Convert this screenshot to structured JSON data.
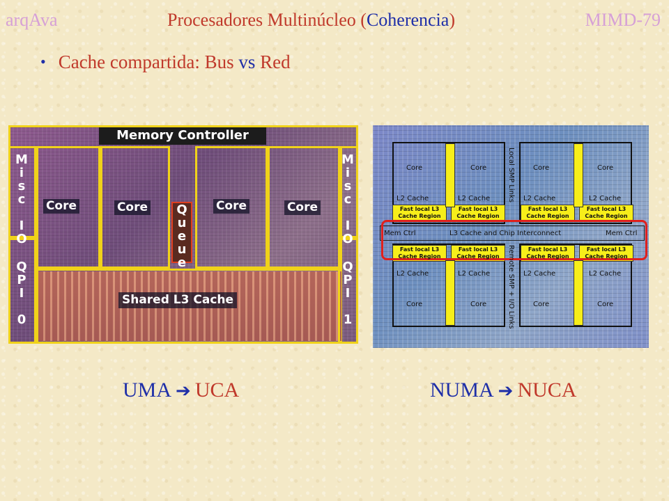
{
  "header": {
    "left": "arqAva",
    "title_main": "Procesadores Multinúcleo (",
    "title_accent": "Coherencia",
    "title_close": ")",
    "right": "MIMD-79"
  },
  "bullet": {
    "pre": "Cache compartida: Bus ",
    "vs": "vs",
    "post": " Red"
  },
  "left_die": {
    "memory_controller": "Memory Controller",
    "misc_left": "Misc IO",
    "misc_right": "Misc IO",
    "qpi_left": "QPI 0",
    "qpi_right": "QPI 1",
    "queue": "Queue",
    "cores": [
      "Core",
      "Core",
      "Core",
      "Core"
    ],
    "shared_l3": "Shared L3 Cache"
  },
  "right_die": {
    "core": "Core",
    "l2_cache": "L2 Cache",
    "fast_l3_line1": "Fast local L3",
    "fast_l3_line2": "Cache Region",
    "interconnect": "L3 Cache and Chip Interconnect",
    "mem_ctrl_left": "Mem Ctrl",
    "mem_ctrl_right": "Mem Ctrl",
    "local_smp": "Local SMP Links",
    "remote_smp": "Remote SMP + I/O Links"
  },
  "captions": {
    "uma": "UMA",
    "uca": "UCA",
    "numa": "NUMA",
    "nuca": "NUCA"
  },
  "colors": {
    "red": "#c0392b",
    "blue": "#1f2fa8",
    "header_gray": "#d6a0d6",
    "die_outline": "#f0d21a",
    "highlight_box": "#e0201c"
  },
  "icons": [
    "bullet-dot-icon",
    "arrow-right-icon"
  ]
}
